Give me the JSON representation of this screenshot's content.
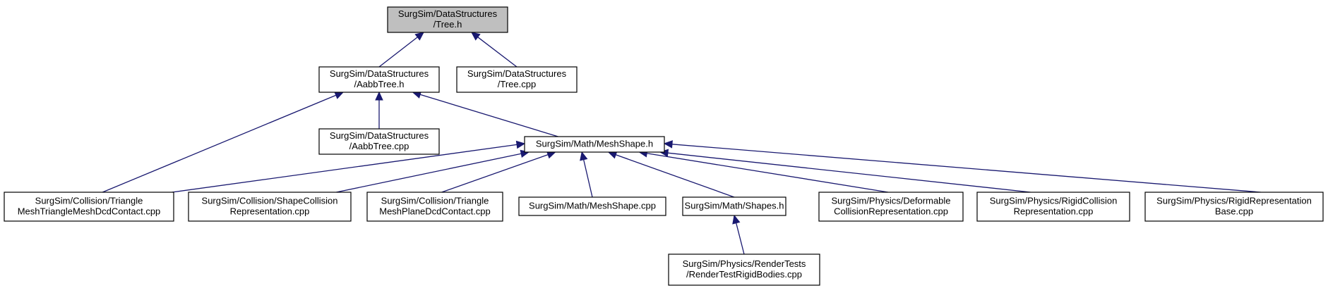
{
  "colors": {
    "node_fill": "#ffffff",
    "root_fill": "#bfbfbf",
    "node_border": "#000000",
    "edge": "#191970"
  },
  "nodes": [
    {
      "id": "tree_h",
      "lines": [
        "SurgSim/DataStructures",
        "/Tree.h"
      ],
      "highlight": true
    },
    {
      "id": "aabbtree_h",
      "lines": [
        "SurgSim/DataStructures",
        "/AabbTree.h"
      ]
    },
    {
      "id": "tree_cpp",
      "lines": [
        "SurgSim/DataStructures",
        "/Tree.cpp"
      ]
    },
    {
      "id": "aabbtree_cpp",
      "lines": [
        "SurgSim/DataStructures",
        "/AabbTree.cpp"
      ]
    },
    {
      "id": "meshshape_h",
      "lines": [
        "SurgSim/Math/MeshShape.h"
      ]
    },
    {
      "id": "trimesh_trimesh",
      "lines": [
        "SurgSim/Collision/Triangle",
        "MeshTriangleMeshDcdContact.cpp"
      ]
    },
    {
      "id": "shapecollision",
      "lines": [
        "SurgSim/Collision/ShapeCollision",
        "Representation.cpp"
      ]
    },
    {
      "id": "trimesh_plane",
      "lines": [
        "SurgSim/Collision/Triangle",
        "MeshPlaneDcdContact.cpp"
      ]
    },
    {
      "id": "meshshape_cpp",
      "lines": [
        "SurgSim/Math/MeshShape.cpp"
      ]
    },
    {
      "id": "shapes_h",
      "lines": [
        "SurgSim/Math/Shapes.h"
      ]
    },
    {
      "id": "deformable",
      "lines": [
        "SurgSim/Physics/Deformable",
        "CollisionRepresentation.cpp"
      ]
    },
    {
      "id": "rigidcollision",
      "lines": [
        "SurgSim/Physics/RigidCollision",
        "Representation.cpp"
      ]
    },
    {
      "id": "rigidrep",
      "lines": [
        "SurgSim/Physics/RigidRepresentation",
        "Base.cpp"
      ]
    },
    {
      "id": "rendertest",
      "lines": [
        "SurgSim/Physics/RenderTests",
        "/RenderTestRigidBodies.cpp"
      ]
    }
  ],
  "edges": [
    {
      "from": "aabbtree_h",
      "to": "tree_h"
    },
    {
      "from": "tree_cpp",
      "to": "tree_h"
    },
    {
      "from": "aabbtree_cpp",
      "to": "aabbtree_h"
    },
    {
      "from": "meshshape_h",
      "to": "aabbtree_h"
    },
    {
      "from": "trimesh_trimesh",
      "to": "aabbtree_h"
    },
    {
      "from": "trimesh_trimesh",
      "to": "meshshape_h"
    },
    {
      "from": "shapecollision",
      "to": "meshshape_h"
    },
    {
      "from": "trimesh_plane",
      "to": "meshshape_h"
    },
    {
      "from": "meshshape_cpp",
      "to": "meshshape_h"
    },
    {
      "from": "shapes_h",
      "to": "meshshape_h"
    },
    {
      "from": "deformable",
      "to": "meshshape_h"
    },
    {
      "from": "rigidcollision",
      "to": "meshshape_h"
    },
    {
      "from": "rigidrep",
      "to": "meshshape_h"
    },
    {
      "from": "rendertest",
      "to": "shapes_h"
    }
  ]
}
